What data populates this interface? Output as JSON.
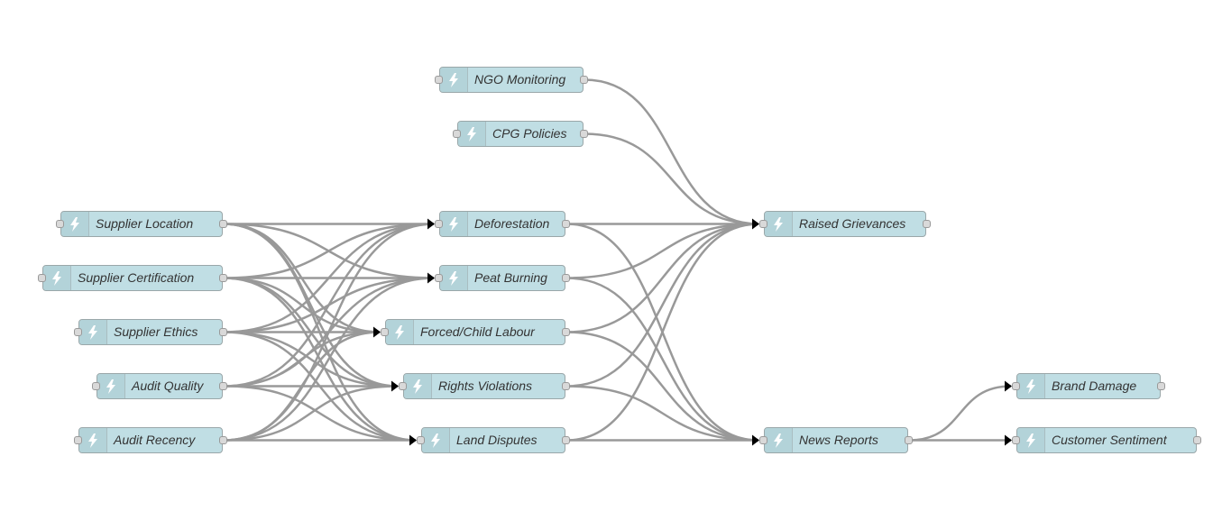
{
  "colors": {
    "node_fill": "#c0dee4",
    "node_border": "#9aa7a9",
    "wire": "#999999",
    "arrow": "#000000"
  },
  "nodes": [
    {
      "id": "ngo",
      "label": "NGO Monitoring",
      "icon": "lightning-icon"
    },
    {
      "id": "cpg",
      "label": "CPG Policies",
      "icon": "lightning-icon"
    },
    {
      "id": "sloc",
      "label": "Supplier Location",
      "icon": "lightning-icon"
    },
    {
      "id": "scert",
      "label": "Supplier Certification",
      "icon": "lightning-icon"
    },
    {
      "id": "seth",
      "label": "Supplier Ethics",
      "icon": "lightning-icon"
    },
    {
      "id": "aq",
      "label": "Audit Quality",
      "icon": "lightning-icon"
    },
    {
      "id": "ar",
      "label": "Audit Recency",
      "icon": "lightning-icon"
    },
    {
      "id": "def",
      "label": "Deforestation",
      "icon": "lightning-icon"
    },
    {
      "id": "peat",
      "label": "Peat Burning",
      "icon": "lightning-icon"
    },
    {
      "id": "fcl",
      "label": "Forced/Child Labour",
      "icon": "lightning-icon"
    },
    {
      "id": "rv",
      "label": "Rights Violations",
      "icon": "lightning-icon"
    },
    {
      "id": "ld",
      "label": "Land Disputes",
      "icon": "lightning-icon"
    },
    {
      "id": "rg",
      "label": "Raised Grievances",
      "icon": "lightning-icon"
    },
    {
      "id": "nr",
      "label": "News Reports",
      "icon": "lightning-icon"
    },
    {
      "id": "bd",
      "label": "Brand Damage",
      "icon": "lightning-icon"
    },
    {
      "id": "cs",
      "label": "Customer Sentiment",
      "icon": "lightning-icon"
    }
  ],
  "edges": [
    [
      "sloc",
      "def"
    ],
    [
      "sloc",
      "peat"
    ],
    [
      "sloc",
      "fcl"
    ],
    [
      "sloc",
      "rv"
    ],
    [
      "sloc",
      "ld"
    ],
    [
      "scert",
      "def"
    ],
    [
      "scert",
      "peat"
    ],
    [
      "scert",
      "fcl"
    ],
    [
      "scert",
      "rv"
    ],
    [
      "scert",
      "ld"
    ],
    [
      "seth",
      "def"
    ],
    [
      "seth",
      "peat"
    ],
    [
      "seth",
      "fcl"
    ],
    [
      "seth",
      "rv"
    ],
    [
      "seth",
      "ld"
    ],
    [
      "aq",
      "def"
    ],
    [
      "aq",
      "peat"
    ],
    [
      "aq",
      "fcl"
    ],
    [
      "aq",
      "rv"
    ],
    [
      "aq",
      "ld"
    ],
    [
      "ar",
      "def"
    ],
    [
      "ar",
      "peat"
    ],
    [
      "ar",
      "fcl"
    ],
    [
      "ar",
      "rv"
    ],
    [
      "ar",
      "ld"
    ],
    [
      "ngo",
      "rg"
    ],
    [
      "cpg",
      "rg"
    ],
    [
      "def",
      "rg"
    ],
    [
      "peat",
      "rg"
    ],
    [
      "fcl",
      "rg"
    ],
    [
      "rv",
      "rg"
    ],
    [
      "ld",
      "rg"
    ],
    [
      "def",
      "nr"
    ],
    [
      "peat",
      "nr"
    ],
    [
      "fcl",
      "nr"
    ],
    [
      "rv",
      "nr"
    ],
    [
      "ld",
      "nr"
    ],
    [
      "nr",
      "bd"
    ],
    [
      "nr",
      "cs"
    ]
  ]
}
